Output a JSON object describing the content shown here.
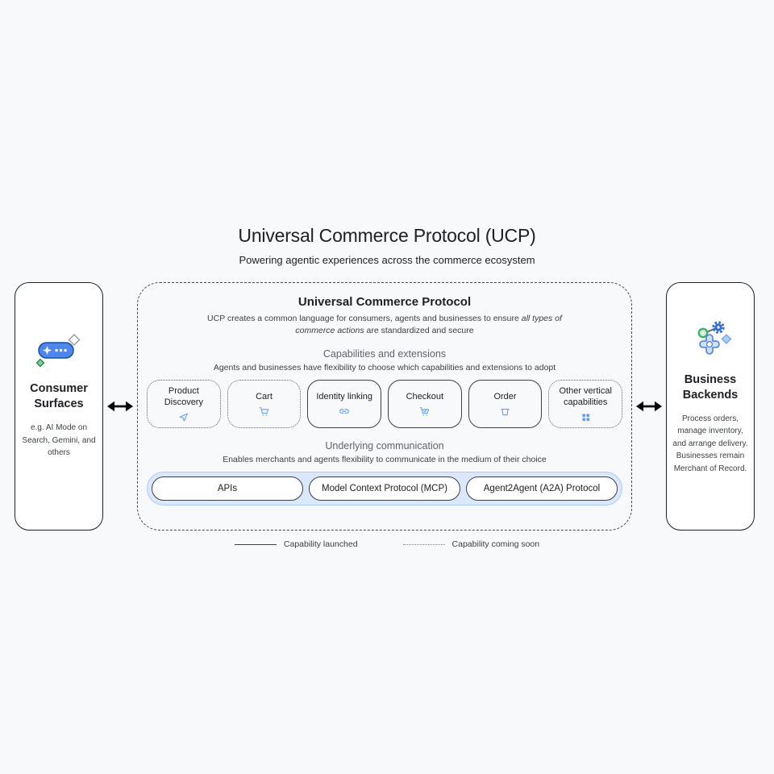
{
  "page": {
    "title": "Universal Commerce Protocol (UCP)",
    "subtitle": "Powering agentic experiences across the commerce ecosystem"
  },
  "consumer": {
    "title": "Consumer Surfaces",
    "description": "e.g. AI Mode on Search, Gemini, and others",
    "icon": "ai-chat-capsule-icon"
  },
  "business": {
    "title": "Business Backends",
    "description": "Process orders, manage inventory, and arrange delivery. Businesses remain Merchant of Record.",
    "icon": "gears-icon"
  },
  "ucp": {
    "title": "Universal Commerce Protocol",
    "description_prefix": "UCP creates a common language for consumers, agents and businesses to ensure ",
    "description_italic": "all types of commerce actions",
    "description_suffix": " are standardized and secure",
    "capabilities_section": {
      "title": "Capabilities and extensions",
      "subtitle": "Agents and businesses have flexibility to choose which capabilities and extensions to adopt"
    },
    "capabilities": [
      {
        "label": "Product Discovery",
        "icon": "send-icon",
        "status": "coming-soon"
      },
      {
        "label": "Cart",
        "icon": "cart-icon",
        "status": "coming-soon"
      },
      {
        "label": "Identity linking",
        "icon": "link-icon",
        "status": "launched"
      },
      {
        "label": "Checkout",
        "icon": "cart-checkout-icon",
        "status": "launched"
      },
      {
        "label": "Order",
        "icon": "order-bin-icon",
        "status": "launched"
      },
      {
        "label": "Other vertical capabilities",
        "icon": "grid-icon",
        "status": "coming-soon"
      }
    ],
    "communication_section": {
      "title": "Underlying communication",
      "subtitle": "Enables merchants and agents flexibility to communicate in the medium of their choice"
    },
    "protocols": [
      {
        "label": "APIs"
      },
      {
        "label": "Model Context Protocol (MCP)"
      },
      {
        "label": "Agent2Agent (A2A) Protocol"
      }
    ]
  },
  "legend": {
    "launched": "Capability launched",
    "coming_soon": "Capability coming soon"
  },
  "colors": {
    "accent_blue": "#669df6",
    "capsule_blue": "#4d86ec",
    "protocol_fill": "#dbe7fb",
    "protocol_border": "#aecbfa",
    "diamond_green": "#7ecb98",
    "text_dark": "#202124",
    "text_secondary": "#3c4043"
  }
}
